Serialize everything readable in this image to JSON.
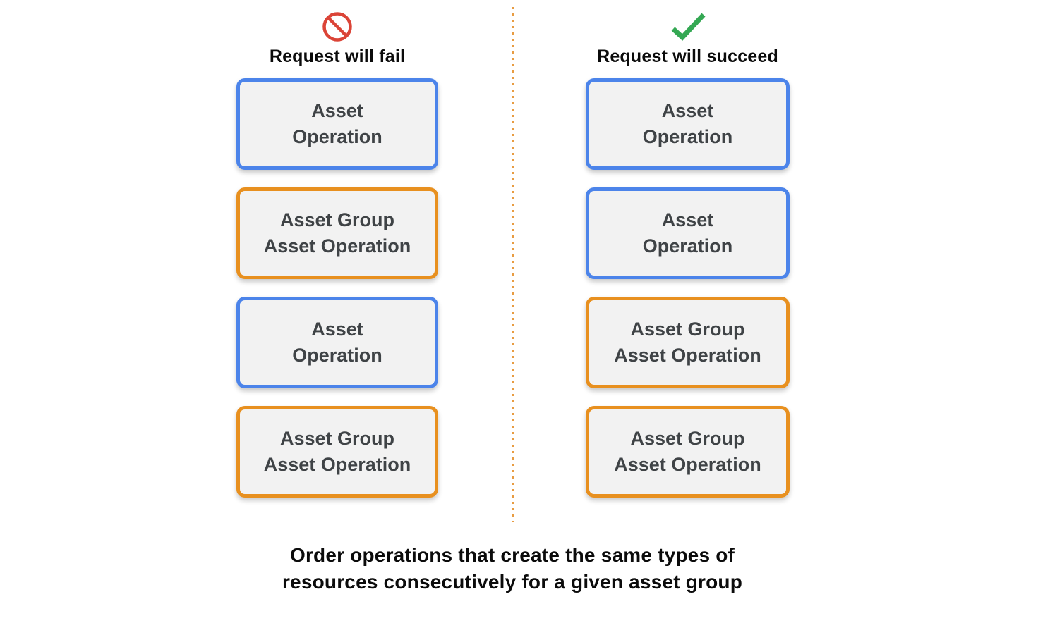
{
  "caption": "Order operations that create the same types of\nresources consecutively for a given asset group",
  "colors": {
    "blue_border": "#4c84ea",
    "orange_border": "#e8901f",
    "box_background": "#f2f2f2",
    "box_text": "#3f4346",
    "fail_red": "#db4437",
    "success_green": "#34a853",
    "divider_orange": "#e89c42",
    "title_text": "#0b0b0b"
  },
  "columns": [
    {
      "id": "fail",
      "icon": "prohibited-icon",
      "title": "Request will fail",
      "boxes": [
        {
          "label": "Asset\nOperation",
          "border": "blue"
        },
        {
          "label": "Asset Group\nAsset Operation",
          "border": "orange"
        },
        {
          "label": "Asset\nOperation",
          "border": "blue"
        },
        {
          "label": "Asset Group\nAsset Operation",
          "border": "orange"
        }
      ]
    },
    {
      "id": "succeed",
      "icon": "checkmark-icon",
      "title": "Request will succeed",
      "boxes": [
        {
          "label": "Asset\nOperation",
          "border": "blue"
        },
        {
          "label": "Asset\nOperation",
          "border": "blue"
        },
        {
          "label": "Asset Group\nAsset Operation",
          "border": "orange"
        },
        {
          "label": "Asset Group\nAsset Operation",
          "border": "orange"
        }
      ]
    }
  ]
}
